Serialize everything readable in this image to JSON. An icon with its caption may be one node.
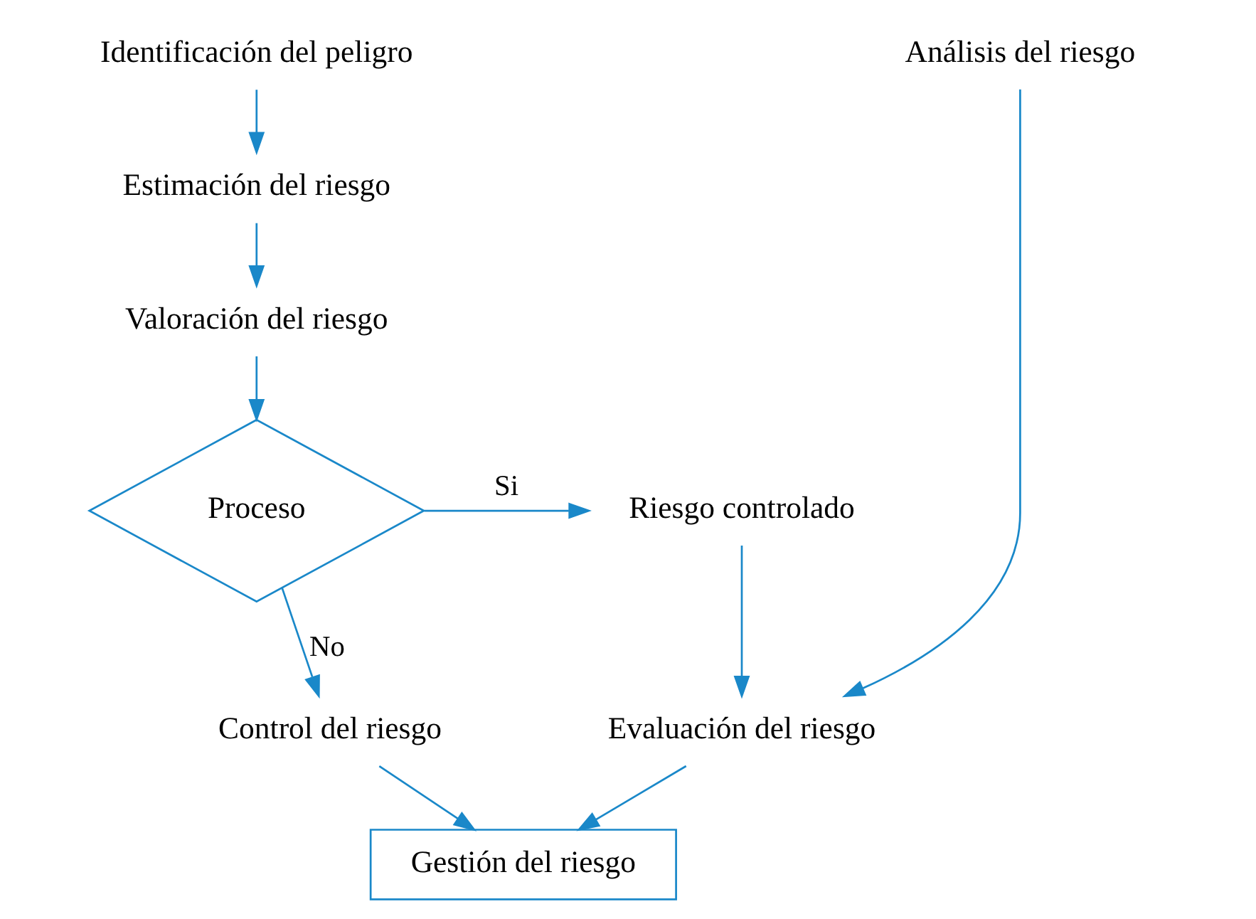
{
  "diagram": {
    "nodes": [
      {
        "text": [
          "Identificación del peligro"
        ]
      },
      {
        "text": [
          "Estimación del riesgo"
        ]
      },
      {
        "text": [
          "Valoración del riesgo"
        ]
      },
      {
        "text": [
          "Proceso"
        ]
      },
      {
        "text": [
          "Riesgo controlado"
        ]
      },
      {
        "text": [
          "Control del riesgo"
        ]
      },
      {
        "text": [
          "Análisis del riesgo"
        ]
      },
      {
        "text": [
          "Evaluación del riesgo"
        ]
      },
      {
        "text": [
          "Gestión del riesgo"
        ]
      }
    ],
    "edges": [
      {
        "from": 0,
        "to": 1,
        "arrow": "to"
      },
      {
        "from": 1,
        "to": 2,
        "arrow": "to"
      },
      {
        "from": 2,
        "to": 3,
        "arrow": "to"
      },
      {
        "from": 3,
        "to": 4,
        "arrow": "to",
        "label": "Si"
      },
      {
        "from": 3,
        "to": 5,
        "arrow": "to",
        "label": "No"
      },
      {
        "from": 6,
        "to": 7,
        "arrow": "to"
      },
      {
        "from": 4,
        "to": 7,
        "arrow": "to"
      },
      {
        "from": 7,
        "to": 8,
        "arrow": "to"
      },
      {
        "from": 5,
        "to": 8,
        "arrow": "to"
      }
    ]
  }
}
